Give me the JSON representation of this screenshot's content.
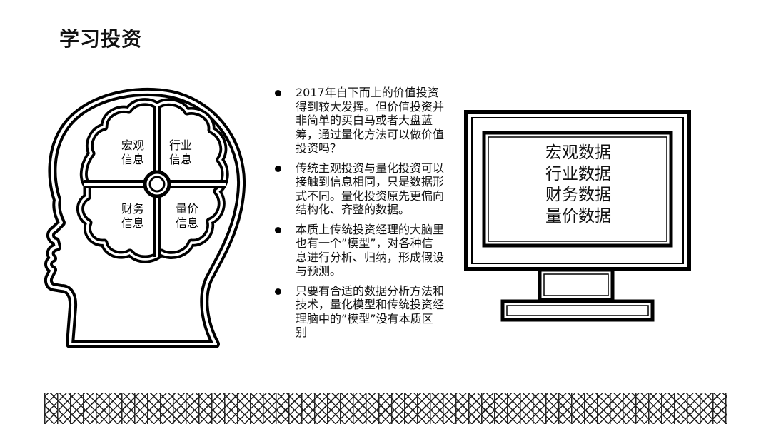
{
  "slide": {
    "title": "学习投资"
  },
  "head": {
    "icons": [
      "brain-head-icon"
    ],
    "quadrants": [
      {
        "line1": "宏观",
        "line2": "信息"
      },
      {
        "line1": "行业",
        "line2": "信息"
      },
      {
        "line1": "财务",
        "line2": "信息"
      },
      {
        "line1": "量价",
        "line2": "信息"
      }
    ]
  },
  "bullets": [
    {
      "text": "2017年自下而上的价值投资得到较大发挥。但价值投资并非简单的买白马或者大盘蓝筹，通过量化方法可以做价值投资吗？"
    },
    {
      "text": "传统主观投资与量化投资可以接触到信息相同，只是数据形式不同。量化投资原先更偏向结构化、齐整的数据。"
    },
    {
      "text": "本质上传统投资经理的大脑里也有一个”模型”，对各种信息进行分析、归纳，形成假设与预测。"
    },
    {
      "text": "只要有合适的数据分析方法和技术，量化模型和传统投资经理脑中的”模型”没有本质区别"
    }
  ],
  "monitor": {
    "icon": "monitor-icon",
    "lines": [
      "宏观数据",
      "行业数据",
      "财务数据",
      "量价数据"
    ]
  },
  "footer": {
    "pattern": "geometric-tile-pattern"
  }
}
